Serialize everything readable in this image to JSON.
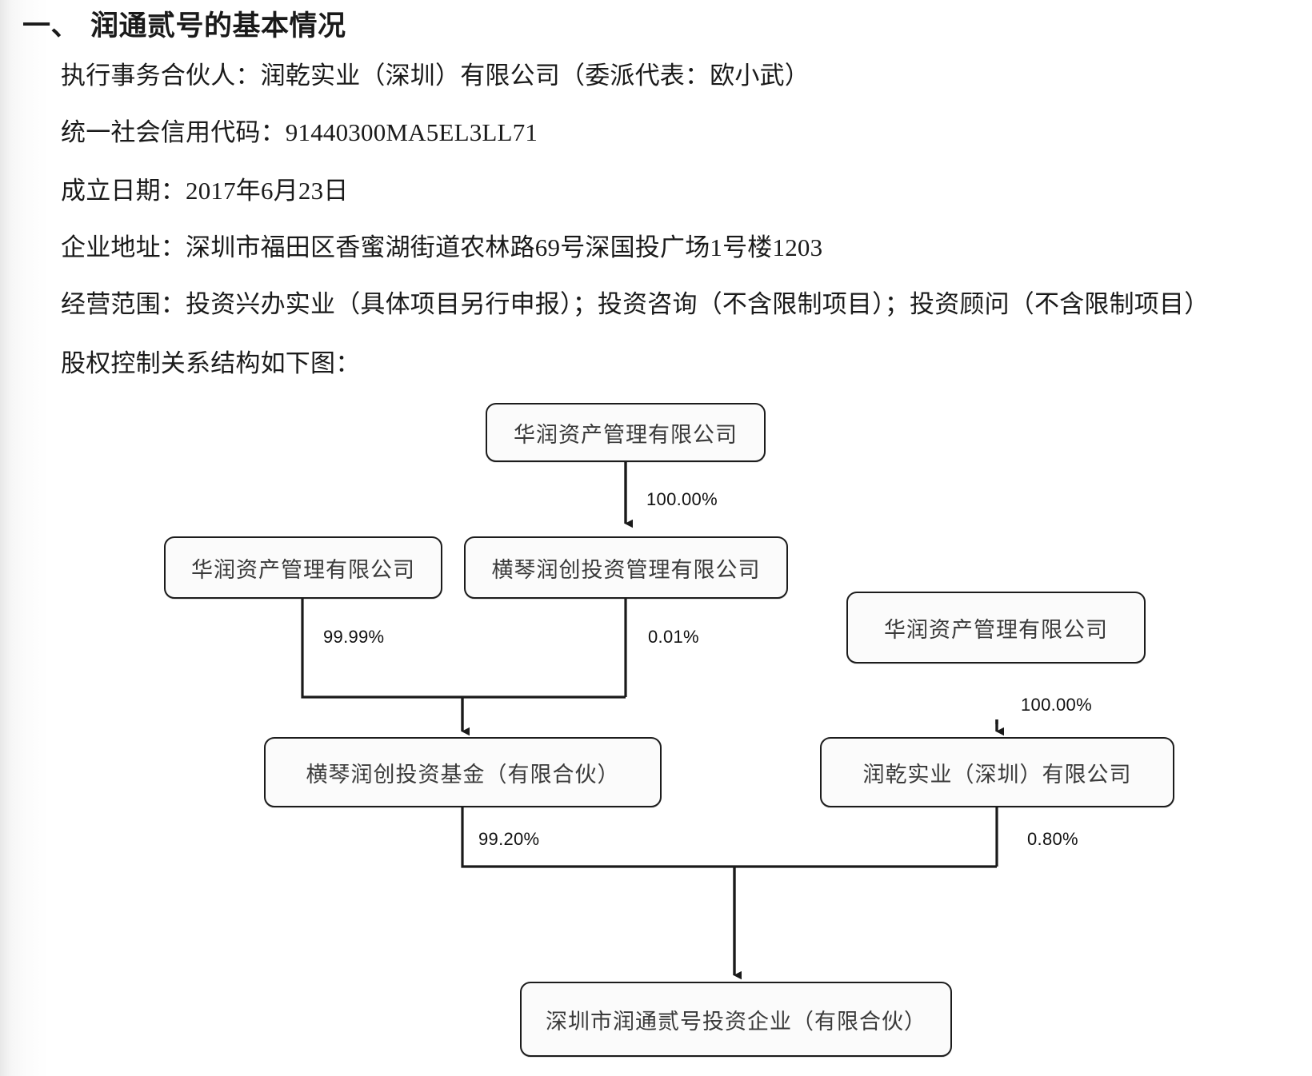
{
  "document": {
    "heading_number": "一、",
    "heading_text": "润通贰号的基本情况",
    "lines": [
      "执行事务合伙人：润乾实业（深圳）有限公司（委派代表：欧小武）",
      "统一社会信用代码：91440300MA5EL3LL71",
      "成立日期：2017年6月23日",
      "企业地址：深圳市福田区香蜜湖街道农林路69号深国投广场1号楼1203",
      "经营范围：投资兴办实业（具体项目另行申报）；投资咨询（不含限制项目）；投资顾问（不含限制项目）",
      "股权控制关系结构如下图："
    ]
  },
  "chart_data": {
    "type": "diagram",
    "title": "股权控制关系结构图",
    "nodes": [
      {
        "id": "n1",
        "label": "华润资产管理有限公司"
      },
      {
        "id": "n2",
        "label": "华润资产管理有限公司"
      },
      {
        "id": "n3",
        "label": "横琴润创投资管理有限公司"
      },
      {
        "id": "n4",
        "label": "华润资产管理有限公司"
      },
      {
        "id": "n5",
        "label": "横琴润创投资基金（有限合伙）"
      },
      {
        "id": "n6",
        "label": "润乾实业（深圳）有限公司"
      },
      {
        "id": "n7",
        "label": "深圳市润通贰号投资企业（有限合伙）"
      }
    ],
    "edges": [
      {
        "from": "n1",
        "to": "n3",
        "label": "100.00%"
      },
      {
        "from": "n2",
        "to": "n5",
        "label": "99.99%"
      },
      {
        "from": "n3",
        "to": "n5",
        "label": "0.01%"
      },
      {
        "from": "n4",
        "to": "n6",
        "label": "100.00%"
      },
      {
        "from": "n5",
        "to": "n7",
        "label": "99.20%"
      },
      {
        "from": "n6",
        "to": "n7",
        "label": "0.80%"
      }
    ],
    "colors": {
      "node_border": "#1c1c1c",
      "node_fill": "#fbfbfb",
      "edge_line": "#1a1a1a",
      "text": "#3a3a3a"
    }
  }
}
